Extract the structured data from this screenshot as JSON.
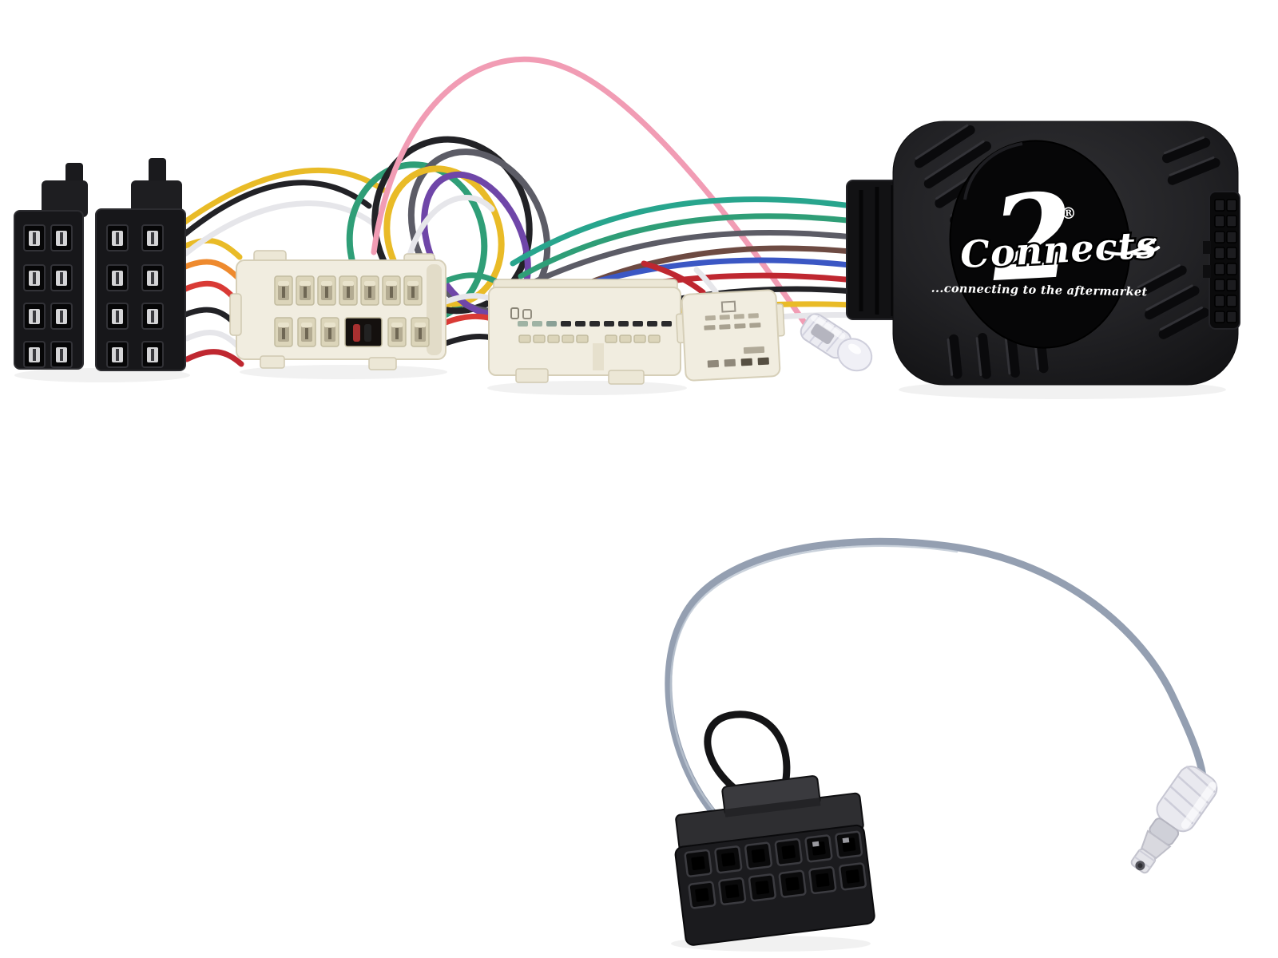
{
  "scene": {
    "type": "product-photo",
    "background_color": "#ffffff",
    "subject": "steering-wheel-control-interface-harness-kit"
  },
  "interface_box": {
    "logo_numeral": "2",
    "logo_text": "Connects",
    "registered_mark": "®",
    "tagline": "...connecting to the aftermarket",
    "body_color": "#1d1d1f",
    "oval_color": "#060607",
    "logo_color": "#ffffff",
    "side_socket_holes": "2x8"
  },
  "connectors": {
    "iso_left_black": {
      "color": "#17171a",
      "pin_windows": "2x4"
    },
    "iso_right_black": {
      "color": "#17171a",
      "pin_windows": "2x4"
    },
    "white_male_plug": {
      "color": "#f1ede0",
      "pins_top_row": 7,
      "pins_bottom_row": 6
    },
    "white_female_socket": {
      "color": "#f0ecdd",
      "slot_row_count": 11
    },
    "white_small_connector": {
      "color": "#f1edde"
    },
    "clear_bullet_terminal": {
      "color": "#ececf2"
    },
    "black_12pin_plug": {
      "color": "#1b1b1e",
      "holes": "2x6"
    },
    "clear_jack_plug": {
      "color": "#e9e9ef"
    }
  },
  "wires": {
    "colors": [
      "#e9bb27",
      "#ee8a2e",
      "#d93a35",
      "#222226",
      "#e6e6ea",
      "#2f9e77",
      "#28a58d",
      "#3b57c4",
      "#6f46a8",
      "#5c5c66",
      "#6d4a42",
      "#f19cb4"
    ],
    "patch_cable_color": "#949fb1",
    "loop_tie_color": "#141416"
  }
}
